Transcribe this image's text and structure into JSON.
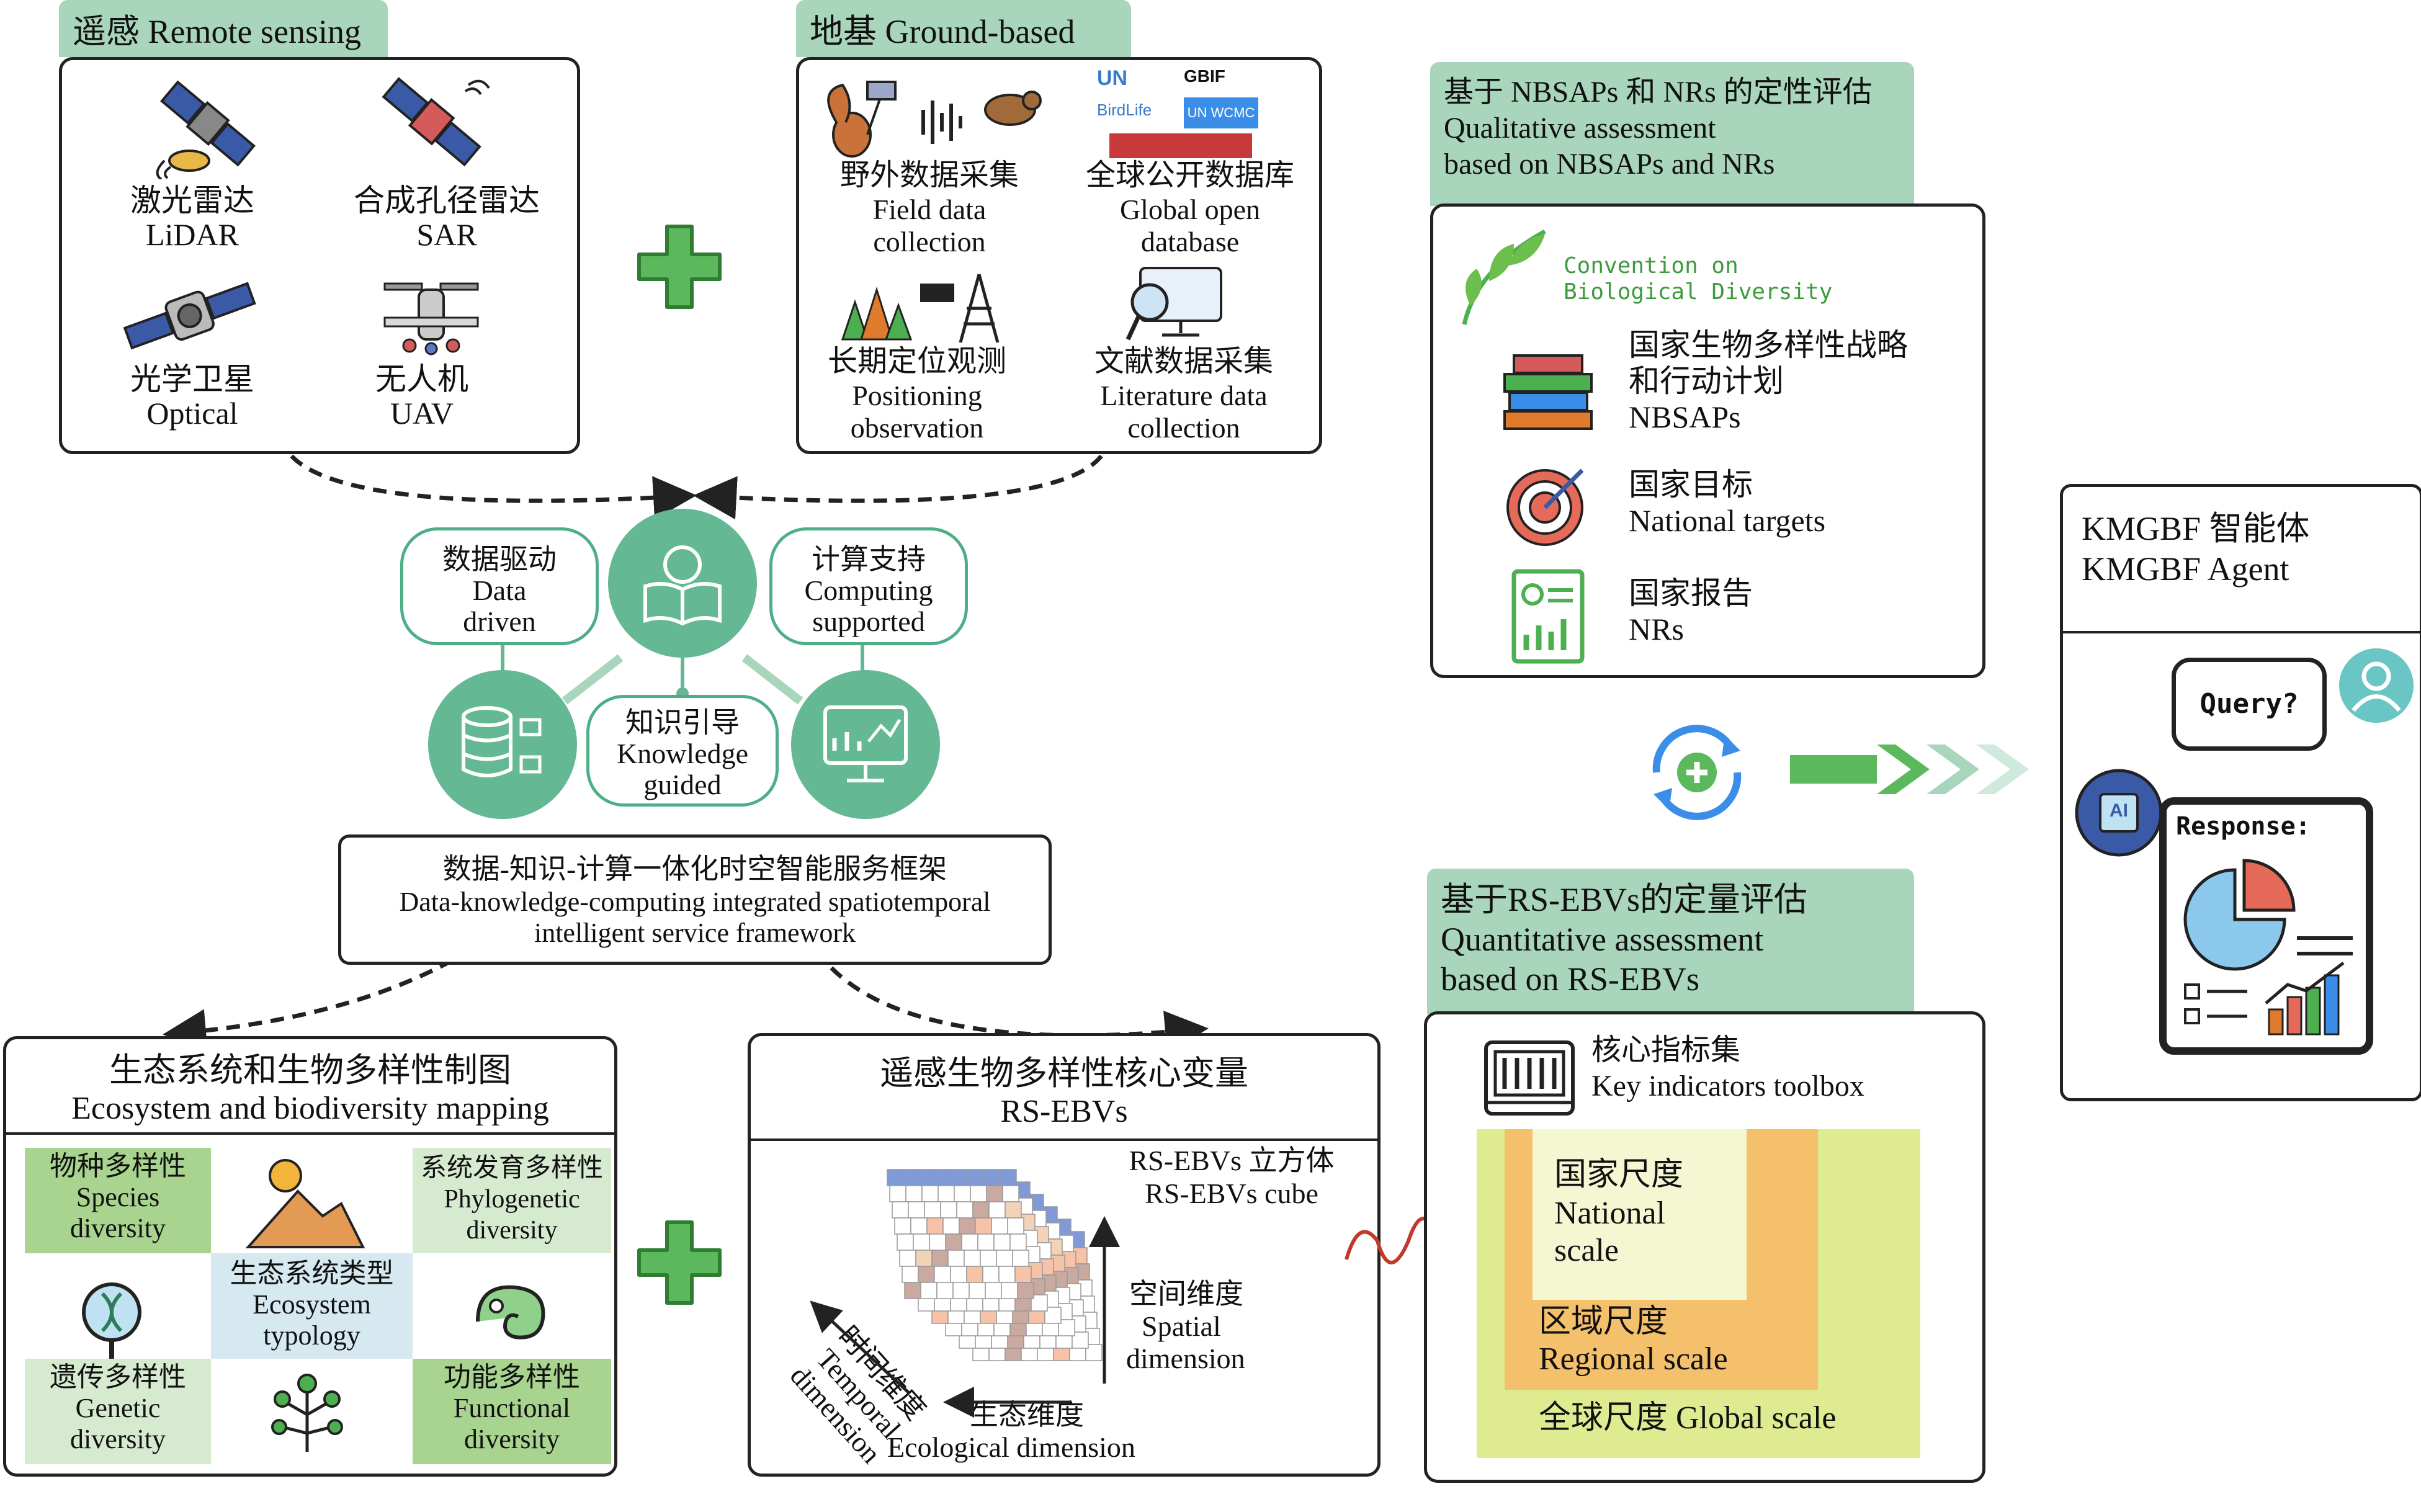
{
  "remote": {
    "tab": "遥感 Remote sensing",
    "lidar_cn": "激光雷达",
    "lidar_en": "LiDAR",
    "sar_cn": "合成孔径雷达",
    "sar_en": "SAR",
    "optical_cn": "光学卫星",
    "optical_en": "Optical",
    "uav_cn": "无人机",
    "uav_en": "UAV"
  },
  "ground": {
    "tab": "地基 Ground-based",
    "field_cn": "野外数据采集",
    "field_en1": "Field data",
    "field_en2": "collection",
    "global_cn": "全球公开数据库",
    "global_en1": "Global open",
    "global_en2": "database",
    "long_cn": "长期定位观测",
    "long_en1": "Positioning",
    "long_en2": "observation",
    "lit_cn": "文献数据采集",
    "lit_en1": "Literature data",
    "lit_en2": "collection",
    "logo_un": "UN",
    "logo_gbif": "GBIF",
    "logo_birdlife": "BirdLife",
    "logo_wcmc": "UN WCMC"
  },
  "hub": {
    "data_cn": "数据驱动",
    "data_en1": "Data",
    "data_en2": "driven",
    "comp_cn": "计算支持",
    "comp_en1": "Computing",
    "comp_en2": "supported",
    "know_cn": "知识引导",
    "know_en1": "Knowledge",
    "know_en2": "guided"
  },
  "framework": {
    "cn": "数据-知识-计算一体化时空智能服务框架",
    "en1": "Data-knowledge-computing integrated spatiotemporal",
    "en2": "intelligent service framework"
  },
  "mapping": {
    "title_cn": "生态系统和生物多样性制图",
    "title_en": "Ecosystem and biodiversity mapping",
    "species_cn": "物种多样性",
    "species_en1": "Species",
    "species_en2": "diversity",
    "phylo_cn": "系统发育多样性",
    "phylo_en1": "Phylogenetic",
    "phylo_en2": "diversity",
    "eco_cn": "生态系统类型",
    "eco_en1": "Ecosystem",
    "eco_en2": "typology",
    "genetic_cn": "遗传多样性",
    "genetic_en1": "Genetic",
    "genetic_en2": "diversity",
    "func_cn": "功能多样性",
    "func_en1": "Functional",
    "func_en2": "diversity"
  },
  "rsebv": {
    "title_cn": "遥感生物多样性核心变量",
    "title_en": "RS-EBVs",
    "cube_cn": "RS-EBVs 立方体",
    "cube_en": "RS-EBVs cube",
    "spatial_cn": "空间维度",
    "spatial_en1": "Spatial",
    "spatial_en2": "dimension",
    "eco_cn": "生态维度",
    "eco_en": "Ecological dimension",
    "temp_cn": "时间维度",
    "temp_en1": "Temporal",
    "temp_en2": "dimension"
  },
  "qual": {
    "tab_cn": "基于 NBSAPs 和 NRs 的定性评估",
    "tab_en1": "Qualitative assessment",
    "tab_en2": "based on NBSAPs and NRs",
    "cbd1": "Convention on",
    "cbd2": "Biological Diversity",
    "nbsap_cn1": "国家生物多样性战略",
    "nbsap_cn2": "和行动计划",
    "nbsap_en": "NBSAPs",
    "targets_cn": "国家目标",
    "targets_en": "National targets",
    "nr_cn": "国家报告",
    "nr_en": "NRs"
  },
  "quant": {
    "tab_cn": "基于RS-EBVs的定量评估",
    "tab_en1": "Quantitative assessment",
    "tab_en2": "based on RS-EBVs",
    "toolbox_cn": "核心指标集",
    "toolbox_en": "Key indicators toolbox",
    "national_cn": "国家尺度",
    "national_en1": "National",
    "national_en2": "scale",
    "regional_cn": "区域尺度",
    "regional_en": "Regional scale",
    "global": "全球尺度 Global scale"
  },
  "agent": {
    "title_cn": "KMGBF 智能体",
    "title_en": "KMGBF Agent",
    "query": "Query?",
    "response": "Response:",
    "ai": "AI"
  },
  "plus": "+"
}
